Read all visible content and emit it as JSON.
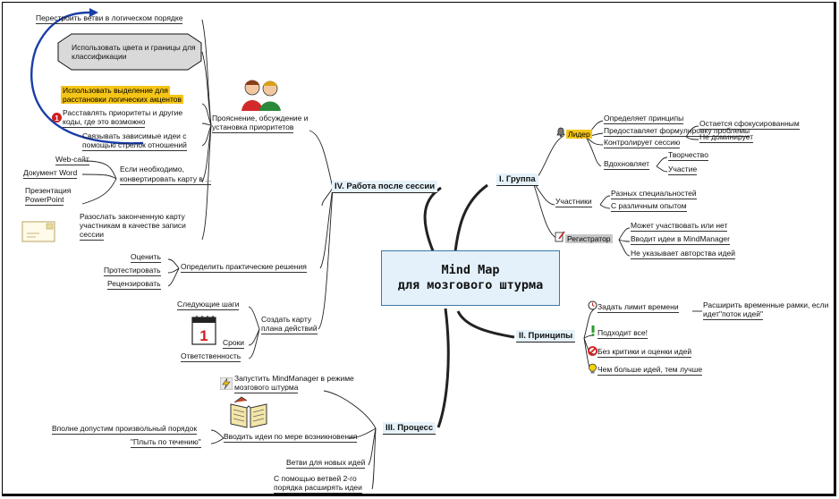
{
  "central": {
    "line1": "Mind Map",
    "line2": "для мозгового штурма"
  },
  "group": {
    "title": "I. Группа",
    "leader": {
      "label": "Лидер",
      "items": [
        "Определяет принципы",
        "Предоставляет формулировку проблемы",
        "Контролирует сессию",
        "Вдохновляет"
      ],
      "control": [
        "Остается сфокусированным",
        "Не доминирует"
      ],
      "inspire": [
        "Творчество",
        "Участие"
      ]
    },
    "participants": {
      "label": "Участники",
      "items": [
        "Разных специальностей",
        "С различным опытом"
      ]
    },
    "registrar": {
      "label": "Регистратор",
      "items": [
        "Может участвовать или нет",
        "Вводит идеи в MindManager",
        "Не указывает авторства идей"
      ]
    }
  },
  "principles": {
    "title": "II. Принципы",
    "items": [
      "Задать лимит времени",
      "Подходит все!",
      "Без критики и оценки идей",
      "Чем больше идей, тем лучше"
    ],
    "time_note_1": "Расширить временные рамки, если",
    "time_note_2": "идет\"поток идей\""
  },
  "process": {
    "title": "III. Процесс",
    "launch_1": "Запустить MindManager в режиме",
    "launch_2": "мозгового штурма",
    "enter": "Вводить идеи по мере возникновения",
    "enter_items": [
      "Вполне допустим произвольный порядок",
      "\"Плыть по течению\""
    ],
    "branches": "Ветви для новых идей",
    "second_1": "С помощью ветвей 2-го",
    "second_2": "порядка расширять идеи"
  },
  "after": {
    "title": "IV. Работа после сессии",
    "clarify_1": "Прояснение, обсуждение и",
    "clarify_2": "установка приоритетов",
    "rebuild": "Перестроить ветви в логическом порядке",
    "colors_1": "Использовать цвета и границы для",
    "colors_2": "классификации",
    "highlight_1": "Использовать выделение для",
    "highlight_2": "расстановки логических акцентов",
    "priorities_1": "Расставлять приоритеты и другие",
    "priorities_2": "коды, где это возможно",
    "link_1": "Связывать зависимые идеи с",
    "link_2": "помощью стрелок отношений",
    "convert_1": "Если необходимо,",
    "convert_2": "конвертировать карту в ...",
    "formats": [
      "Web-сайт",
      "Документ Word",
      "Презентация",
      "PowerPoint"
    ],
    "send_1": "Разослать законченную карту",
    "send_2": "участникам в качестве записи",
    "send_3": "сессии",
    "decide": "Определить практические решения",
    "decide_items": [
      "Оценить",
      "Протестировать",
      "Рецензировать"
    ],
    "plan_1": "Создать карту",
    "plan_2": "плана действий",
    "plan_items": [
      "Следующие шаги",
      "Сроки",
      "Ответственность"
    ],
    "priority_badge": "1",
    "calendar_day": "1"
  },
  "colors": {
    "leader_bg": "#f5c518",
    "registrar_bg": "#c8c8c8",
    "highlight_bg": "#f5c518",
    "central_bg": "#e4f1fb",
    "central_border": "#3b79a8",
    "branch_bg": "#e6f2fa",
    "relation_arrow": "#1a3ea8",
    "priority_red": "#d21e1e"
  },
  "icons": [
    "leader-bell-icon",
    "registrar-pen-icon",
    "clock-icon",
    "exclamation-icon",
    "no-entry-icon",
    "lightbulb-icon",
    "lightning-icon",
    "open-book-icon",
    "calendar-icon",
    "envelope-icon",
    "people-icon"
  ]
}
